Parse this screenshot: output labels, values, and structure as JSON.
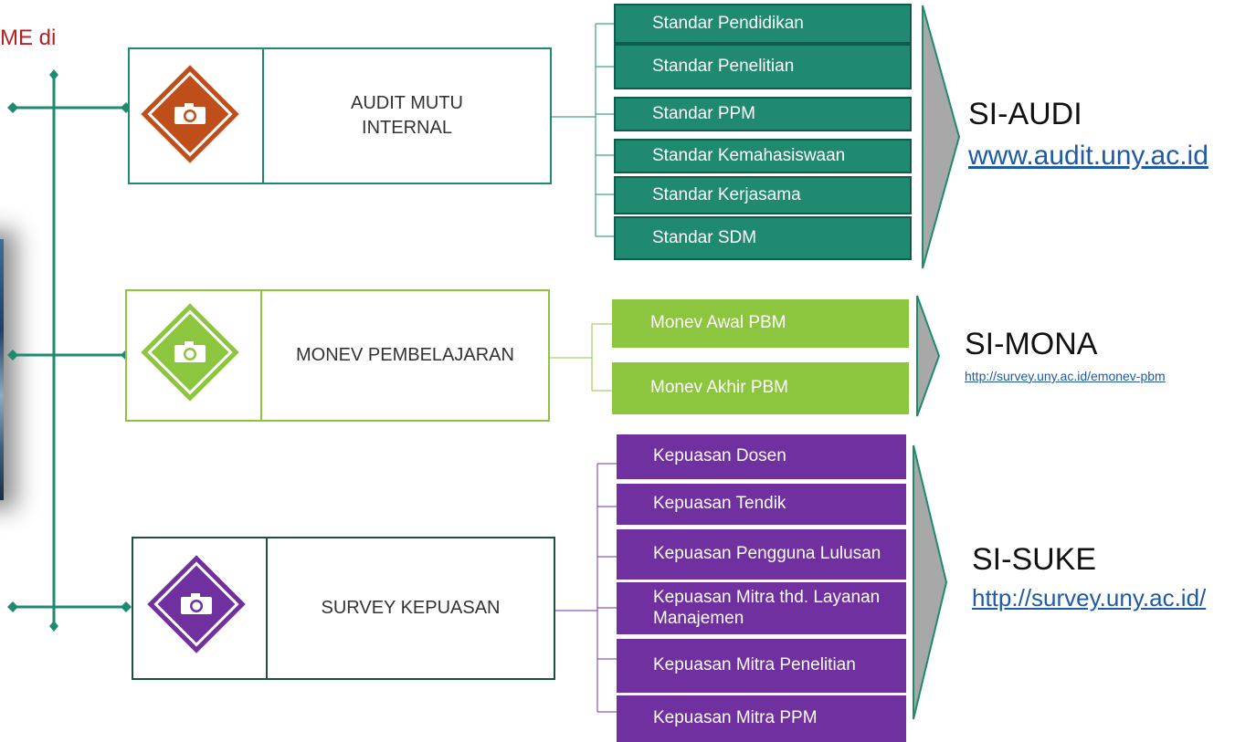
{
  "header": {
    "cut_text": "ME di"
  },
  "colors": {
    "spine": "#1f8a70",
    "audit": "#c04e1b",
    "monev": "#8cc63f",
    "survey": "#7030a0",
    "teal_box": "#1f8a70",
    "link": "#1f5aa6"
  },
  "groups": [
    {
      "title": "AUDIT MUTU\nINTERNAL",
      "icon": "camera-icon",
      "items": [
        "Standar Pendidikan",
        "Standar Penelitian",
        "Standar PPM",
        "Standar  Kemahasiswaan",
        "Standar Kerjasama",
        "Standar SDM"
      ],
      "system": "SI-AUDI",
      "url": "www.audit.uny.ac.id"
    },
    {
      "title": "MONEV PEMBELAJARAN",
      "icon": "camera-icon",
      "items": [
        "Monev Awal PBM",
        "Monev Akhir PBM"
      ],
      "system": "SI-MONA",
      "url": "http://survey.uny.ac.id/emonev-pbm"
    },
    {
      "title": "SURVEY KEPUASAN",
      "icon": "camera-icon",
      "items": [
        "Kepuasan Dosen",
        "Kepuasan Tendik",
        "Kepuasan Pengguna Lulusan",
        "Kepuasan Mitra thd. Layanan Manajemen",
        "Kepuasan Mitra Penelitian",
        "Kepuasan Mitra PPM"
      ],
      "system": "SI-SUKE",
      "url": "http://survey.uny.ac.id/"
    }
  ]
}
